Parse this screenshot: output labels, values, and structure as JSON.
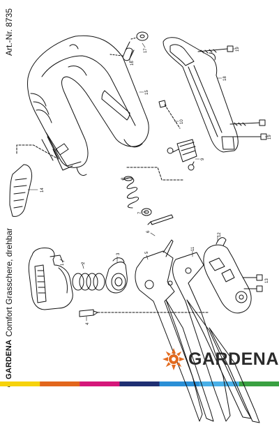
{
  "document": {
    "article_number": "Art.-Nr. 8735",
    "brand_small": "GARDENA",
    "product_title": "Comfort Grasschere, drehbar",
    "logo_text": "GARDENA",
    "stripe_colors": [
      "#f6d20c",
      "#e2661c",
      "#d5177a",
      "#1f2f73",
      "#2b8fd6",
      "#49b0e8",
      "#3aa142"
    ]
  },
  "parts": {
    "p1": "1",
    "p2": "2",
    "p3": "3",
    "p4": "4",
    "p5": "5",
    "p6": "6",
    "p7": "7",
    "p8": "8",
    "p9": "9",
    "p10": "10",
    "p11": "11",
    "p12": "12",
    "p13": "13",
    "p14": "14",
    "p15": "15",
    "p16": "16",
    "p17": "17",
    "p18": "18",
    "p19a": "19",
    "p19b": "19"
  }
}
